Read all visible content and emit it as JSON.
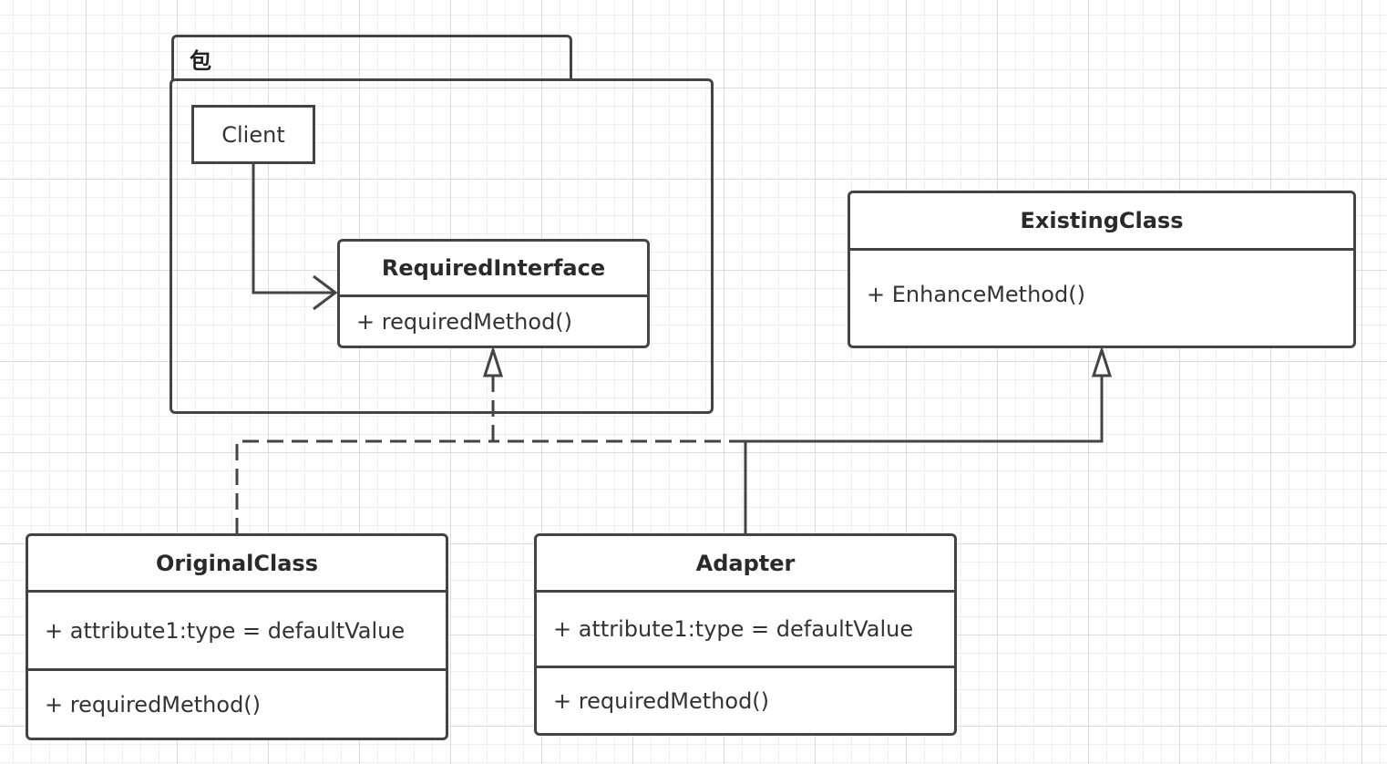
{
  "package": {
    "label": "包"
  },
  "client": {
    "name": "Client"
  },
  "required_interface": {
    "name": "RequiredInterface",
    "methods": [
      "+ requiredMethod()"
    ]
  },
  "existing_class": {
    "name": "ExistingClass",
    "methods": [
      "+ EnhanceMethod()"
    ]
  },
  "original_class": {
    "name": "OriginalClass",
    "attributes": [
      "+ attribute1:type = defaultValue"
    ],
    "methods": [
      "+ requiredMethod()"
    ]
  },
  "adapter": {
    "name": "Adapter",
    "attributes": [
      "+ attribute1:type = defaultValue"
    ],
    "methods": [
      "+ requiredMethod()"
    ]
  }
}
